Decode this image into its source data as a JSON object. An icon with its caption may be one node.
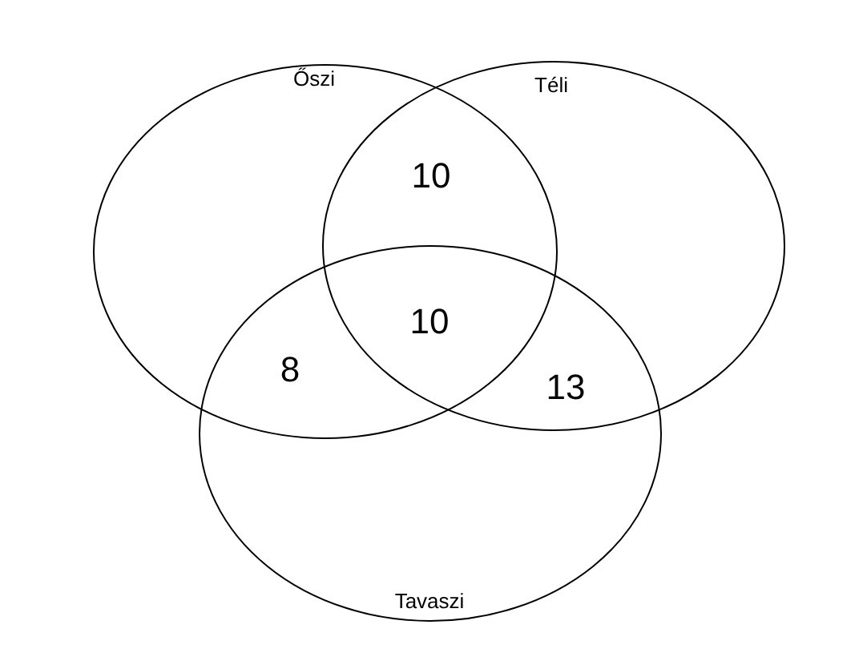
{
  "diagram": {
    "nodes": [
      {
        "text": [
          "Őszi"
        ]
      },
      {
        "text": [
          "Téli"
        ]
      },
      {
        "text": [
          "Tavaszi"
        ]
      }
    ],
    "labels": [
      "10",
      "10",
      "8",
      "13"
    ]
  }
}
